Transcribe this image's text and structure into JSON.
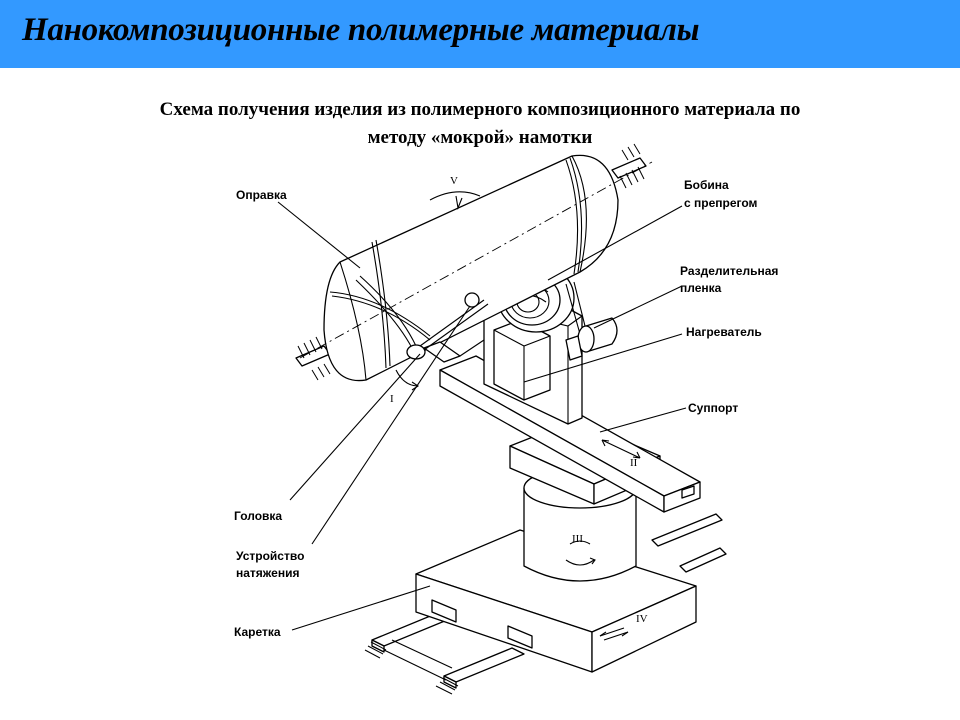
{
  "header": {
    "title": "Нанокомпозиционные полимерные материалы"
  },
  "subtitle": {
    "line1": "Схема получения изделия из полимерного композиционного материала по",
    "line2": "методу «мокрой» намотки"
  },
  "labels": {
    "mandrel": "Оправка",
    "bobbin_line1": "Бобина",
    "bobbin_line2": "с препрегом",
    "film_line1": "Разделительная",
    "film_line2": "пленка",
    "heater": "Нагреватель",
    "support": "Суппорт",
    "head": "Головка",
    "tension_line1": "Устройство",
    "tension_line2": "натяжения",
    "carriage": "Каретка"
  },
  "motions": {
    "m1": "I",
    "m2": "II",
    "m3": "III",
    "m4": "IV",
    "m5": "V"
  },
  "colors": {
    "header_bg": "#3399ff",
    "ink": "#000000",
    "background": "#ffffff"
  }
}
